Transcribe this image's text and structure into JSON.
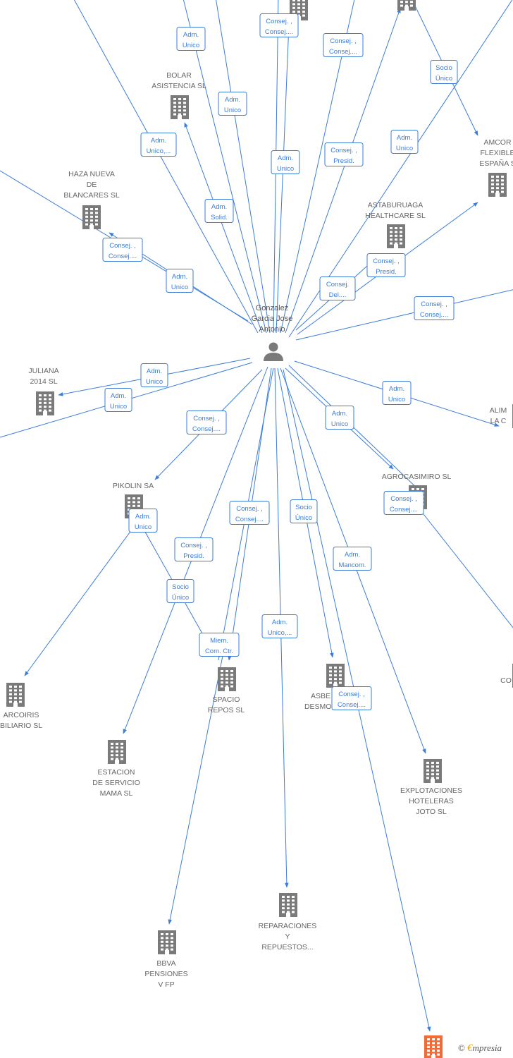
{
  "center": {
    "name_lines": [
      "Gonzalez",
      "Garcia Jose",
      "Antonio"
    ],
    "icon": "person-icon"
  },
  "companies": [
    {
      "id": "bolar",
      "lines": [
        "BOLAR",
        "ASISTENCIA  SL"
      ],
      "icon": "building-icon"
    },
    {
      "id": "haza",
      "lines": [
        "HAZA NUEVA",
        "DE",
        "BLANCARES  SL"
      ],
      "icon": "building-icon"
    },
    {
      "id": "astaburuaga",
      "lines": [
        "ASTABURUAGA",
        "HEALTHCARE SL"
      ],
      "icon": "building-icon"
    },
    {
      "id": "amcor",
      "lines": [
        "AMCOR",
        "FLEXIBLE",
        "ESPAÑA  S"
      ],
      "icon": "building-icon"
    },
    {
      "id": "juliana",
      "lines": [
        "JULIANA",
        "2014  SL"
      ],
      "icon": "building-icon"
    },
    {
      "id": "alim",
      "lines": [
        "ALIM",
        "LA C"
      ],
      "icon": "building-icon"
    },
    {
      "id": "pikolin",
      "lines": [
        "PIKOLIN SA"
      ],
      "icon": "building-icon"
    },
    {
      "id": "agrocasimiro",
      "lines": [
        "AGROCASIMIRO SL"
      ],
      "icon": "building-icon"
    },
    {
      "id": "arcoiris",
      "lines": [
        "ARCOIRIS",
        "BILIARIO SL"
      ],
      "icon": "building-icon"
    },
    {
      "id": "estacion",
      "lines": [
        "ESTACION",
        "DE SERVICIO",
        "MAMA  SL"
      ],
      "icon": "building-icon"
    },
    {
      "id": "spacio",
      "lines": [
        "SPACIO",
        "REPOS SL"
      ],
      "icon": "building-icon"
    },
    {
      "id": "asbe",
      "lines": [
        "ASBE",
        "DESMON"
      ],
      "icon": "building-icon"
    },
    {
      "id": "co",
      "lines": [
        "CO"
      ],
      "icon": "building-icon"
    },
    {
      "id": "explotaciones",
      "lines": [
        "EXPLOTACIONES",
        "HOTELERAS",
        "JOTO  SL"
      ],
      "icon": "building-icon"
    },
    {
      "id": "reparaciones",
      "lines": [
        "REPARACIONES",
        "Y",
        "REPUESTOS..."
      ],
      "icon": "building-icon"
    },
    {
      "id": "bbva",
      "lines": [
        "BBVA",
        "PENSIONES",
        "V FP"
      ],
      "icon": "building-icon"
    },
    {
      "id": "top1",
      "lines": [],
      "icon": "building-icon"
    },
    {
      "id": "top2",
      "lines": [],
      "icon": "building-icon"
    },
    {
      "id": "highlighted",
      "lines": [],
      "icon": "building-icon-orange"
    }
  ],
  "roles": [
    [
      "Adm.",
      "Unico"
    ],
    [
      "Consej. ,",
      "Consej...."
    ],
    [
      "Consej. ,",
      "Consej...."
    ],
    [
      "Socio",
      "Único"
    ],
    [
      "Adm.",
      "Unico"
    ],
    [
      "Adm.",
      "Unico,..."
    ],
    [
      "Adm.",
      "Unico"
    ],
    [
      "Consej. ,",
      "Presid."
    ],
    [
      "Adm.",
      "Unico"
    ],
    [
      "Adm.",
      "Solid."
    ],
    [
      "Consej. ,",
      "Consej...."
    ],
    [
      "Adm.",
      "Unico"
    ],
    [
      "Consej. ,",
      "Presid."
    ],
    [
      "Consej.",
      "Del...."
    ],
    [
      "Consej. ,",
      "Consej...."
    ],
    [
      "Adm.",
      "Unico"
    ],
    [
      "Adm.",
      "Unico"
    ],
    [
      "Adm.",
      "Unico"
    ],
    [
      "Consej. ,",
      "Consej...."
    ],
    [
      "Adm.",
      "Unico"
    ],
    [
      "Consej. ,",
      "Consej...."
    ],
    [
      "Adm.",
      "Unico"
    ],
    [
      "Consej. ,",
      "Consej...."
    ],
    [
      "Socio",
      "Único"
    ],
    [
      "Consej. ,",
      "Presid."
    ],
    [
      "Adm.",
      "Mancom."
    ],
    [
      "Socio",
      "Único"
    ],
    [
      "Adm.",
      "Unico,..."
    ],
    [
      "Miem.",
      "Com. Ctr."
    ],
    [
      "Consej. ,",
      "Consej...."
    ]
  ],
  "footer": {
    "copyright": "©",
    "brand_initial": "€",
    "brand_rest": "mpresia"
  },
  "colors": {
    "edge": "#3b7dd8",
    "node_label": "#666666",
    "building": "#7a7a7a",
    "highlight": "#f26a35"
  }
}
